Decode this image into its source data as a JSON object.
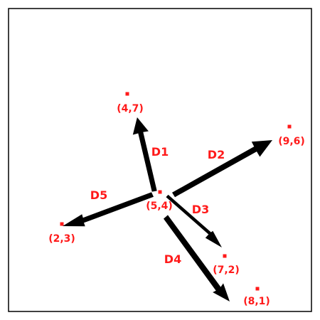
{
  "colors": {
    "label": "#ff1a1a",
    "arrow": "#000000",
    "frame": "#000000",
    "background": "#ffffff"
  },
  "points": [
    {
      "id": "origin",
      "label": "(5,4)"
    },
    {
      "id": "p1",
      "label": "(4,7)"
    },
    {
      "id": "p2",
      "label": "(9,6)"
    },
    {
      "id": "p3",
      "label": "(7,2)"
    },
    {
      "id": "p4",
      "label": "(8,1)"
    },
    {
      "id": "p5",
      "label": "(2,3)"
    }
  ],
  "vectors": [
    {
      "id": "d1",
      "label": "D1",
      "from": "origin",
      "to": "p1"
    },
    {
      "id": "d2",
      "label": "D2",
      "from": "origin",
      "to": "p2"
    },
    {
      "id": "d3",
      "label": "D3",
      "from": "origin",
      "to": "p3"
    },
    {
      "id": "d4",
      "label": "D4",
      "from": "origin",
      "to": "p4"
    },
    {
      "id": "d5",
      "label": "D5",
      "from": "origin",
      "to": "p5"
    }
  ]
}
